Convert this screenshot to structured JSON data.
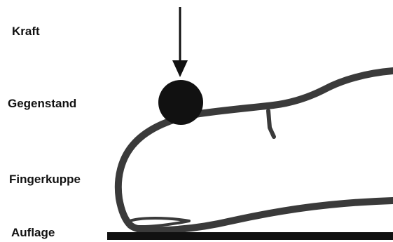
{
  "labels": {
    "force": "Kraft",
    "object": "Gegenstand",
    "fingertip": "Fingerkuppe",
    "support": "Auflage"
  },
  "colors": {
    "ink": "#111111",
    "finger_outline": "#3a3a3a",
    "background": "#ffffff"
  }
}
